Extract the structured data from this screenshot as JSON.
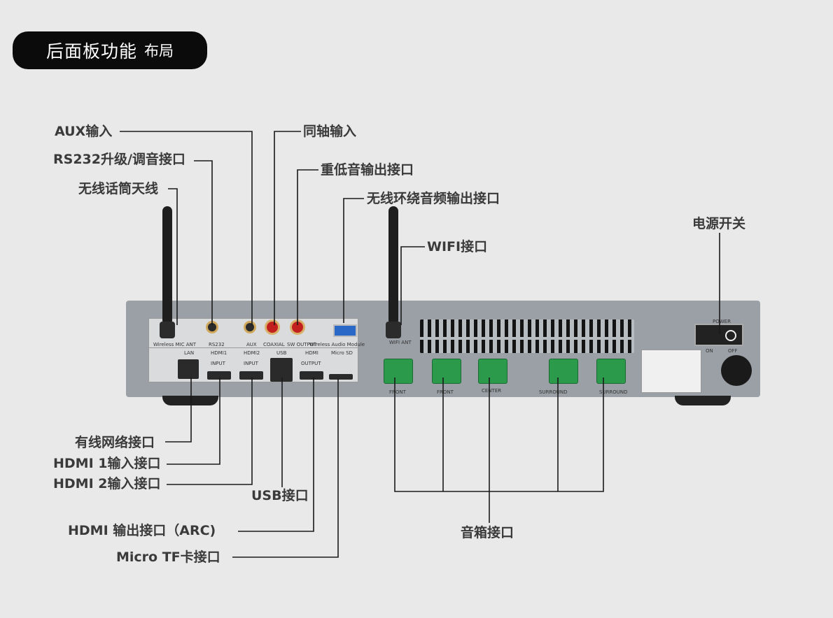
{
  "title": {
    "main": "后面板功能",
    "sub": "布局"
  },
  "callouts": {
    "aux_in": "AUX输入",
    "rs232": "RS232升级/调音接口",
    "wireless_mic_ant": "无线话筒天线",
    "coaxial_in": "同轴输入",
    "sub_out": "重低音输出接口",
    "wireless_surround_out": "无线环绕音频输出接口",
    "wifi": "WIFI接口",
    "power_switch": "电源开关",
    "lan": "有线网络接口",
    "hdmi1_in": "HDMI 1输入接口",
    "hdmi2_in": "HDMI 2输入接口",
    "usb": "USB接口",
    "hdmi_out_arc": "HDMI 输出接口（ARC)",
    "micro_tf": "Micro TF卡接口",
    "speaker": "音箱接口"
  },
  "panel_marks": {
    "wireless_mic_ant": "Wireless MIC ANT",
    "rs232": "RS232",
    "aux": "AUX",
    "coaxial": "COAXIAL",
    "sw_output": "SW OUTPUT",
    "wireless_audio_module": "Wireless Audio Module",
    "wifi_ant": "WIFI ANT",
    "lan": "LAN",
    "hdmi1": "HDMI1",
    "hdmi2": "HDMI2",
    "usb": "USB",
    "hdmi": "HDMI",
    "micro_sd": "Micro SD",
    "input": "INPUT",
    "output": "OUTPUT",
    "front": "FRONT",
    "center": "CENTER",
    "surround": "SURROUND",
    "power": "POWER",
    "on": "ON",
    "off": "OFF"
  },
  "colors": {
    "background": "#e9e9e9",
    "title_bg": "#0b0b0b",
    "terminal_green": "#2b9a4a",
    "rca_red": "#c21f1f",
    "usb_blue": "#2a68c8"
  }
}
